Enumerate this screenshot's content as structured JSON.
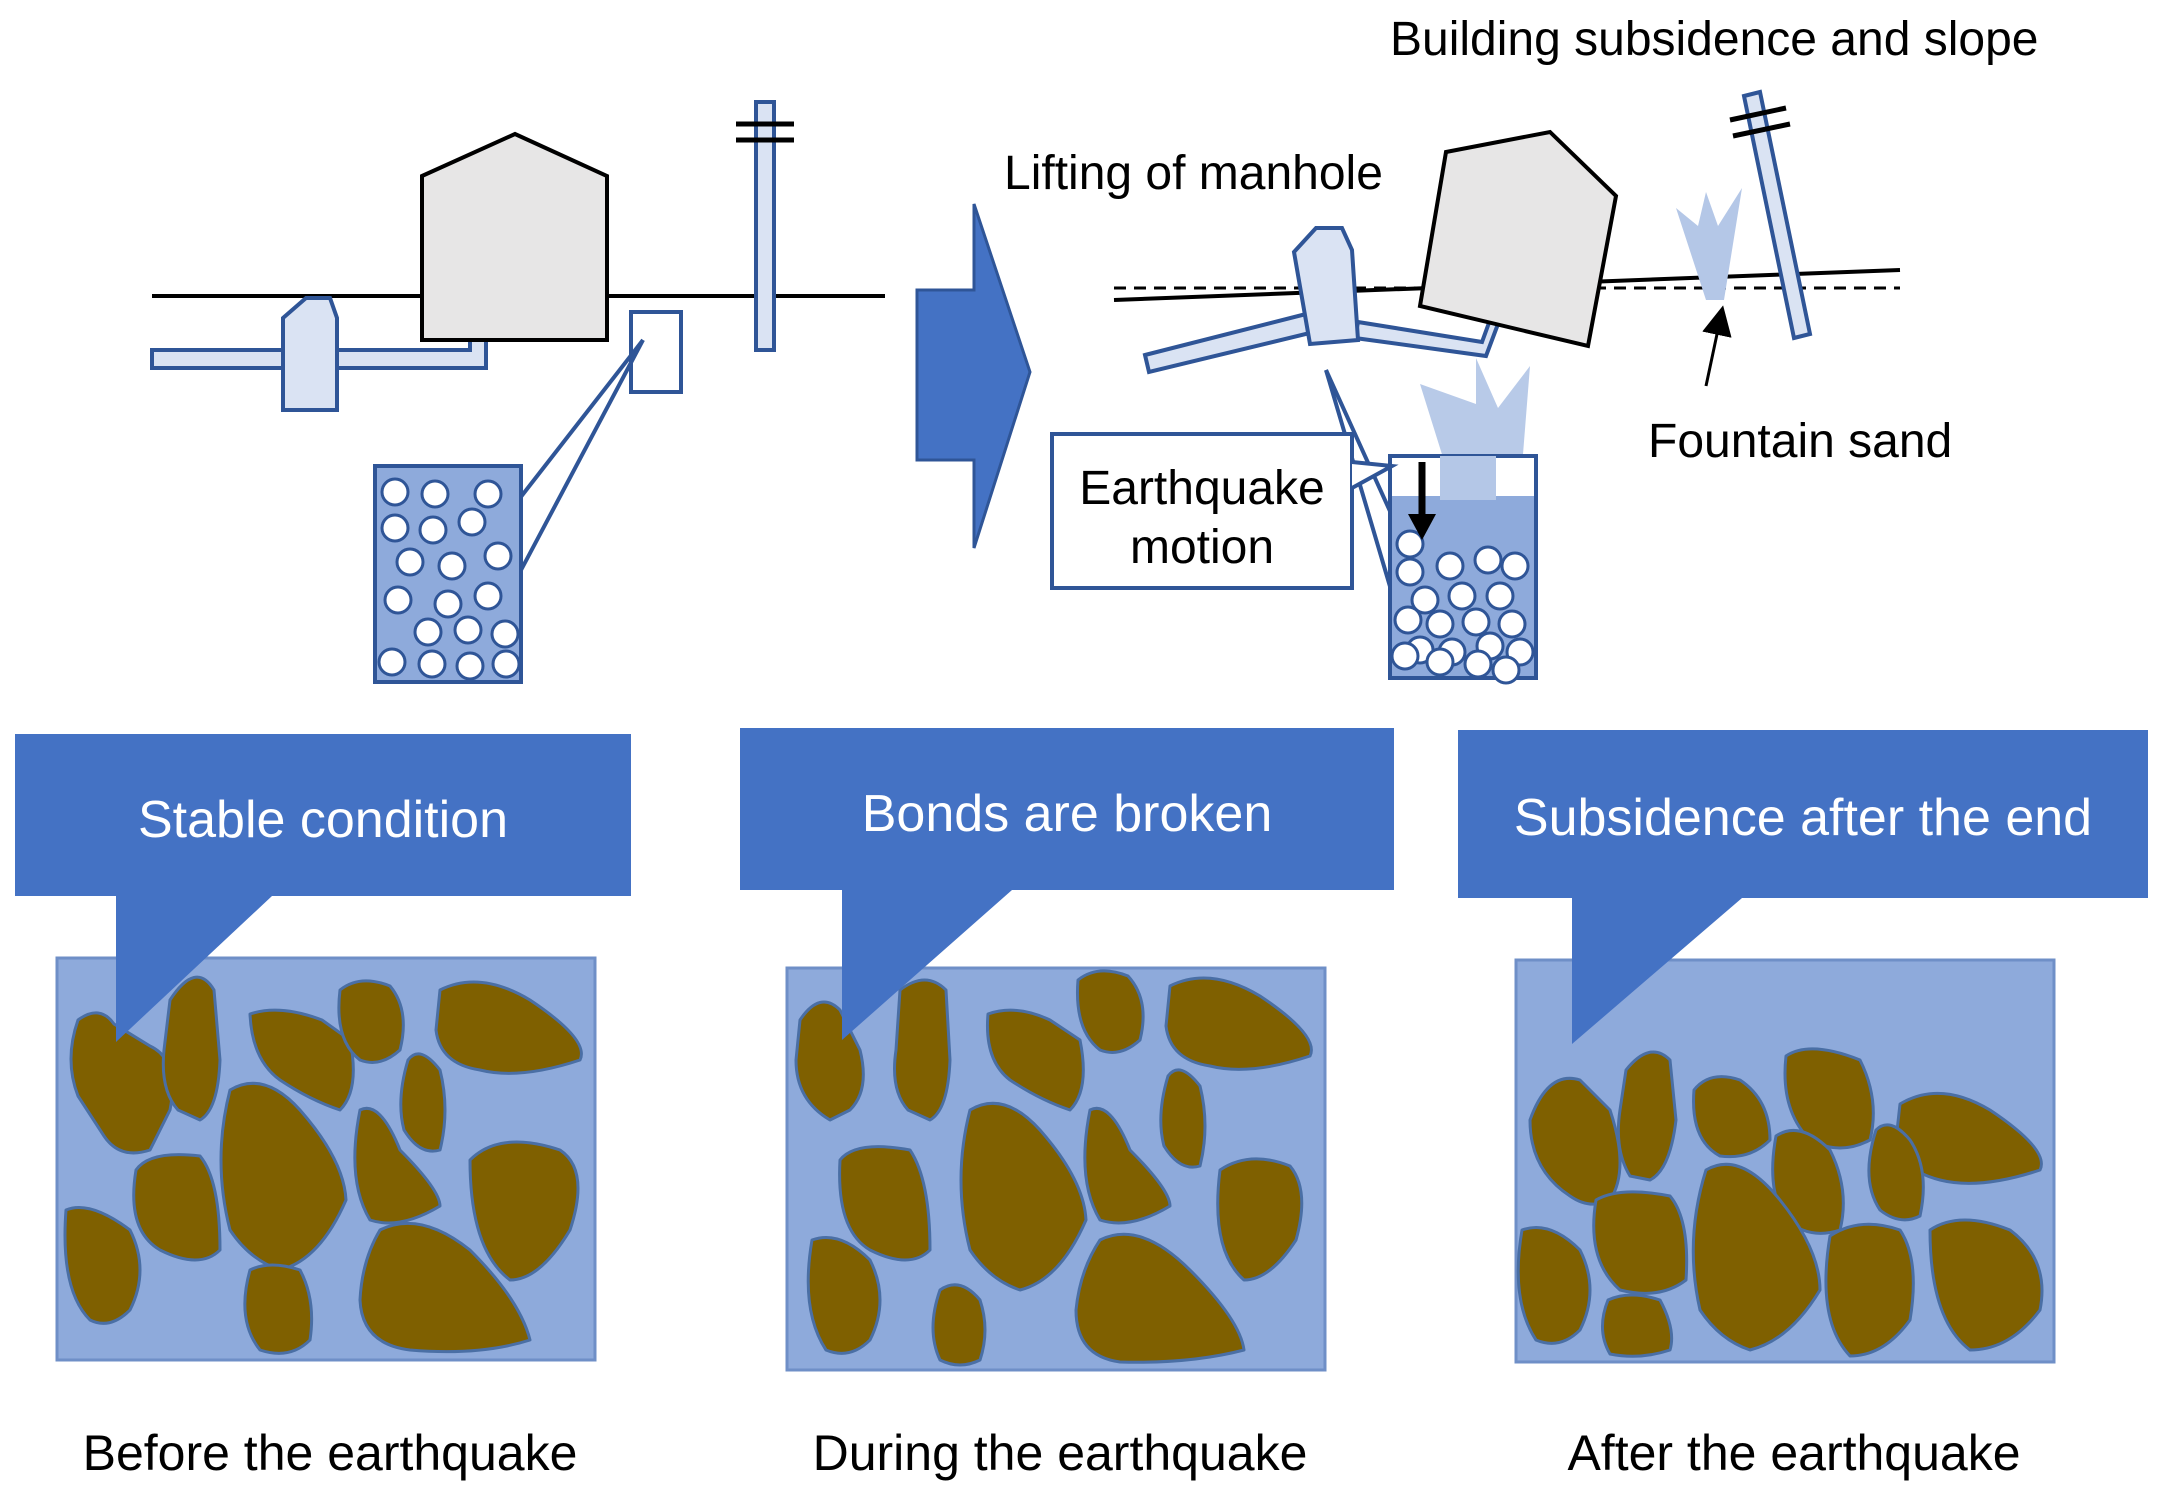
{
  "labels": {
    "building_subsidence": "Building subsidence and slope",
    "lifting_manhole": "Lifting of manhole",
    "fountain_sand": "Fountain sand",
    "earthquake_motion_line1": "Earthquake",
    "earthquake_motion_line2": "motion"
  },
  "callouts": [
    {
      "text": "Stable condition"
    },
    {
      "text": "Bonds are broken"
    },
    {
      "text": "Subsidence after the end"
    }
  ],
  "captions": [
    {
      "text": "Before the earthquake"
    },
    {
      "text": "During the earthquake"
    },
    {
      "text": "After the earthquake"
    }
  ],
  "colors": {
    "accent_blue": "#4472c4",
    "light_blue": "#8eaadb",
    "pale_blue": "#b4c7e7",
    "soil_brown": "#7f6000",
    "outline_blue": "#2f5597",
    "grey_fill": "#e7e6e6"
  }
}
